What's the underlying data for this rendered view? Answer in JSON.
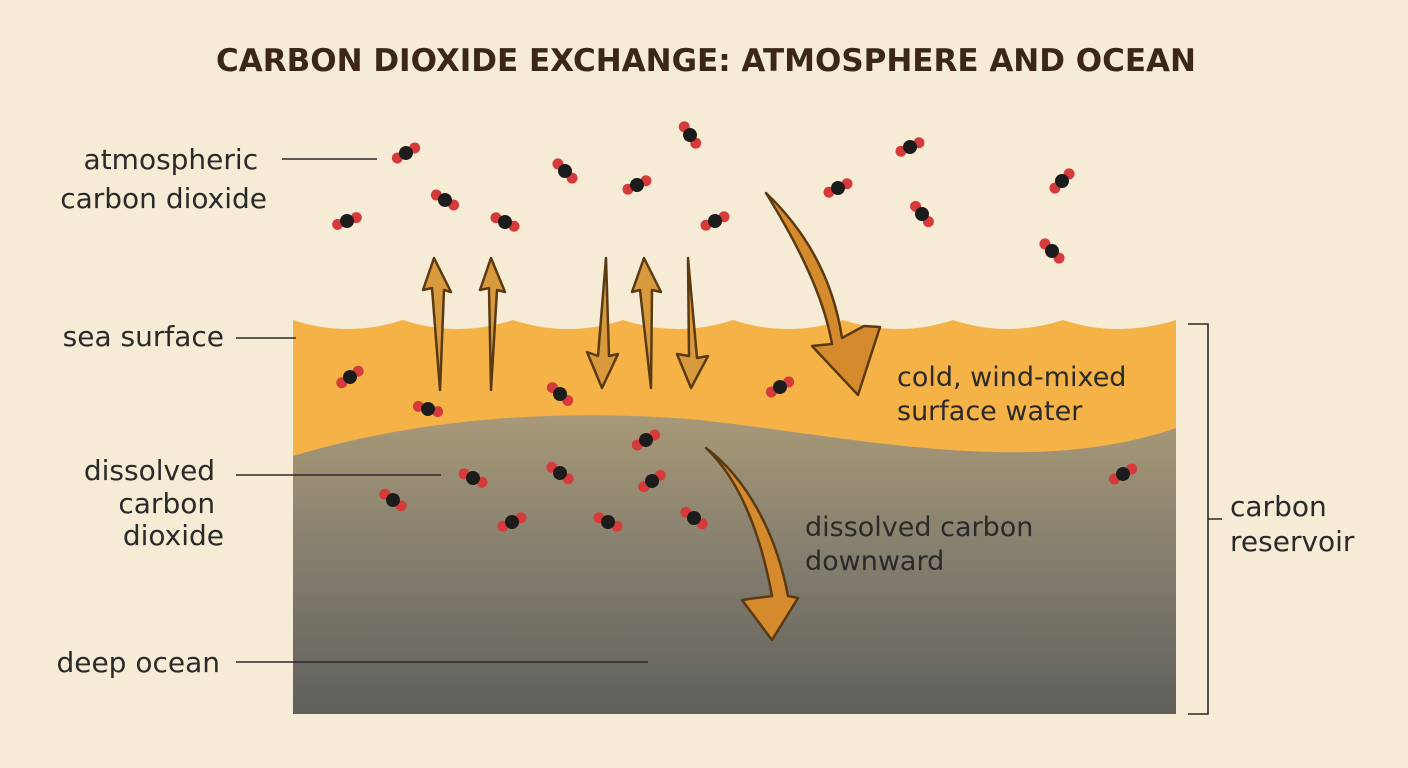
{
  "title": "CARBON DIOXIDE EXCHANGE: ATMOSPHERE AND OCEAN",
  "labels": {
    "atmospheric": [
      "atmospheric",
      "carbon dioxide"
    ],
    "sea_surface": "sea surface",
    "dissolved": [
      "dissolved",
      "carbon",
      "dioxide"
    ],
    "deep_ocean": "deep ocean",
    "surface_water": [
      "cold, wind-mixed",
      "surface water"
    ],
    "downward": [
      "dissolved carbon",
      "downward"
    ],
    "reservoir": [
      "carbon",
      "reservoir"
    ]
  },
  "colors": {
    "background": "#f6ecd6",
    "surface_water": "#f5b347",
    "deep_top": "#a89978",
    "deep_bottom": "#5f5f5c",
    "arrow": "#d99a3e",
    "oxygen": "#d63b3b",
    "carbon": "#1c1c1c"
  },
  "icons": {
    "molecule": "co2-molecule-icon",
    "flux_arrow": "arrow-icon"
  }
}
